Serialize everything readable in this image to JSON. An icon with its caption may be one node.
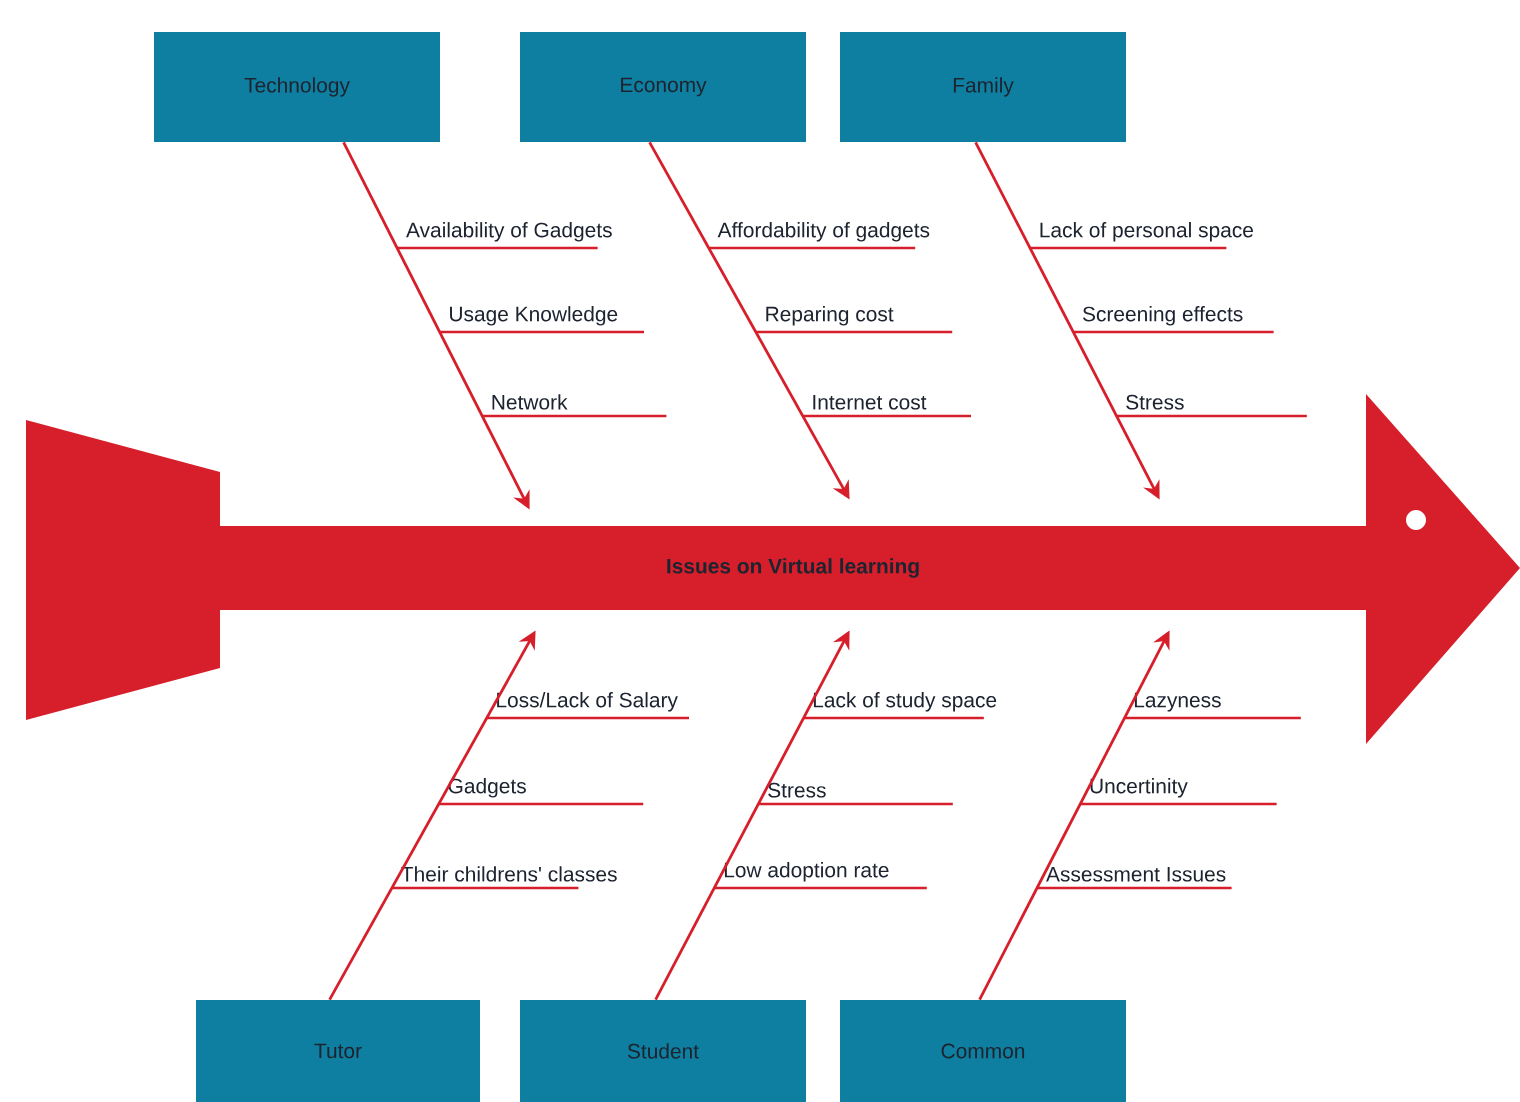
{
  "diagram": {
    "nodes": [
      {
        "text": [
          "Technology"
        ]
      },
      {
        "text": [
          "Economy"
        ]
      },
      {
        "text": [
          "Family"
        ]
      },
      {
        "text": [
          "Tutor"
        ]
      },
      {
        "text": [
          "Student"
        ]
      },
      {
        "text": [
          "Common"
        ]
      },
      {
        "text": [
          "Issues on Virtual learning"
        ]
      }
    ],
    "edges": [
      {
        "from": 0,
        "to": 6,
        "arrow": "to"
      },
      {
        "from": 1,
        "to": 6,
        "arrow": "to"
      },
      {
        "from": 2,
        "to": 6,
        "arrow": "to"
      },
      {
        "from": 3,
        "to": 6,
        "arrow": "to"
      },
      {
        "from": 4,
        "to": 6,
        "arrow": "to"
      },
      {
        "from": 5,
        "to": 6,
        "arrow": "to"
      }
    ],
    "labels": [
      "Availability of Gadgets",
      "Affordability of gadgets",
      "Lack of personal space",
      "Usage Knowledge",
      "Reparing cost",
      "Screening effects",
      "Network",
      "Internet cost",
      "Stress",
      "Loss/Lack of Salary",
      "Lack of study space",
      "Lazyness",
      "Gadgets",
      "Stress",
      "Uncertinity",
      "Their childrens' classes",
      "Low adoption rate",
      "Assessment Issues"
    ]
  }
}
